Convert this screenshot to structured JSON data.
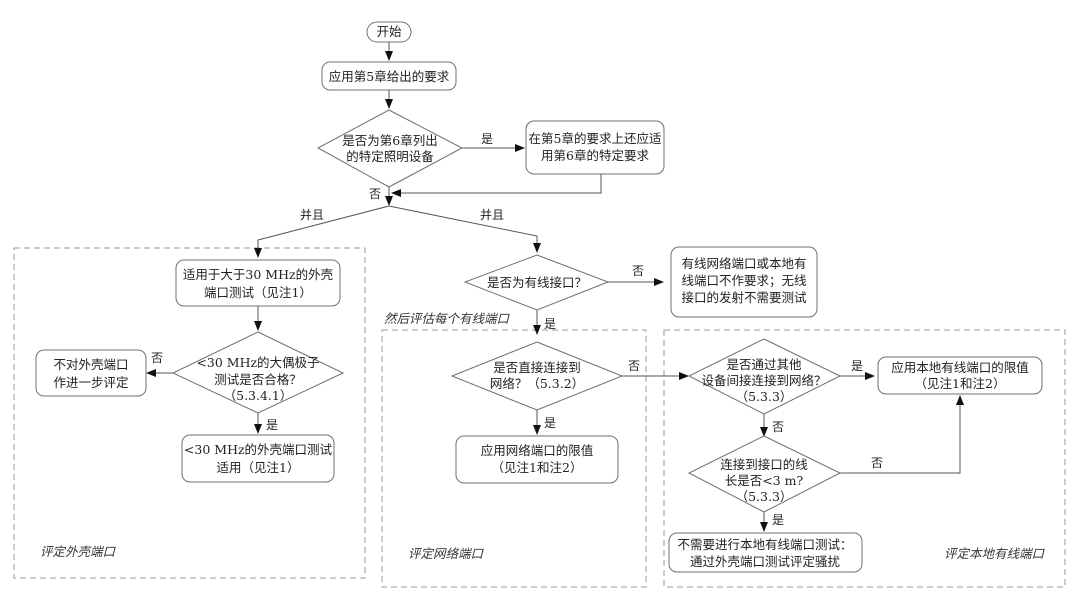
{
  "nodes": {
    "start": [
      "开始"
    ],
    "apply_ch5": [
      "应用第5章给出的要求"
    ],
    "is_ch6_device": [
      "是否为第6章列出",
      "的特定照明设备"
    ],
    "apply_ch6": [
      "在第5章的要求上还应适",
      "用第6章的特定要求"
    ],
    "enclosure_above30": [
      "适用于大于30 MHz的外壳",
      "端口测试（见注1）"
    ],
    "dipole_test": [
      "<30 MHz的大偶极子",
      "测试是否合格？",
      "（5.3.4.1）"
    ],
    "no_further_eval": [
      "不对外壳端口",
      "作进一步评定"
    ],
    "enclosure_below30": [
      "<30 MHz的外壳端口测试",
      "适用（见注1）"
    ],
    "is_wired": [
      "是否为有线接口？"
    ],
    "no_wired_req": [
      "有线网络端口或本地有",
      "线端口不作要求；无线",
      "接口的发射不需要测试"
    ],
    "direct_network": [
      "是否直接连接到",
      "网络？（5.3.2）"
    ],
    "apply_network_limit": [
      "应用网络端口的限值",
      "（见注1和注2）"
    ],
    "indirect_network": [
      "是否通过其他",
      "设备间接连接到网络？",
      "（5.3.3）"
    ],
    "apply_local_limit": [
      "应用本地有线端口的限值",
      "（见注1和注2）"
    ],
    "cable_length": [
      "连接到接口的线",
      "长是否<3 m?",
      "（5.3.3）"
    ],
    "no_local_test": [
      "不需要进行本地有线端口测试：",
      "通过外壳端口测试评定骚扰"
    ]
  },
  "edge_labels": {
    "yes": "是",
    "no": "否",
    "and": "并且"
  },
  "groups": {
    "enclosure_port": "评定外壳端口",
    "network_port": "评定网络端口",
    "local_wired_port": "评定本地有线端口",
    "each_wired_port": "然后评估每个有线端口"
  }
}
